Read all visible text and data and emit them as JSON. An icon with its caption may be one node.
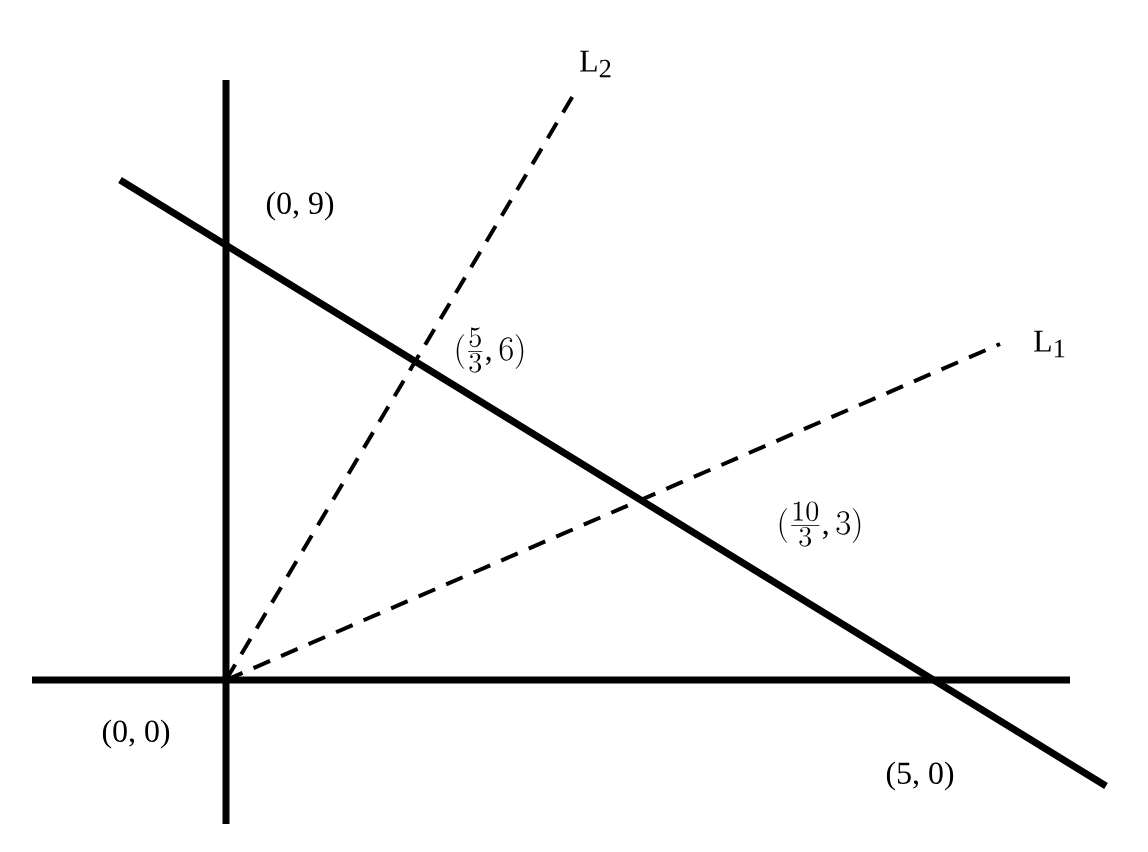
{
  "diagram": {
    "labels": [
      "L$_{2}$",
      "(0, 9)",
      "(\\frac{5}{3}, 6)",
      "L$_{1}$",
      "(\\frac{10}{3}, 3)",
      "(0, 0)",
      "(5, 0)"
    ]
  }
}
